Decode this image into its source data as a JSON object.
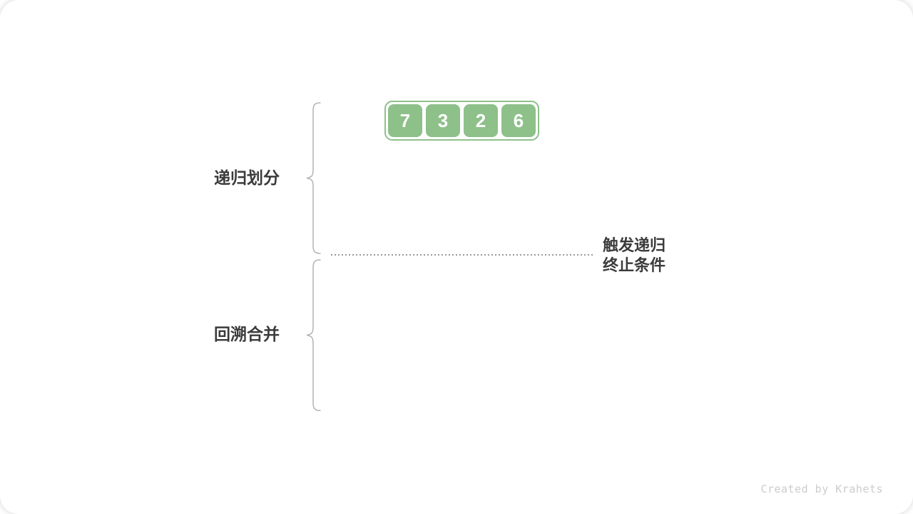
{
  "theme": {
    "--card-bg": "#ffffff",
    "--green": "#8ec08a",
    "--label": "#3b3b3b",
    "--brace": "#b3b3b3",
    "--dot": "#999999",
    "--credit": "#cccccc"
  },
  "array": {
    "values": [
      "7",
      "3",
      "2",
      "6"
    ]
  },
  "labels": {
    "phase_top": "递归划分",
    "phase_bottom": "回溯合并",
    "termination_line1": "触发递归",
    "termination_line2": "终止条件"
  },
  "footer": {
    "credit": "Created by Krahets"
  }
}
